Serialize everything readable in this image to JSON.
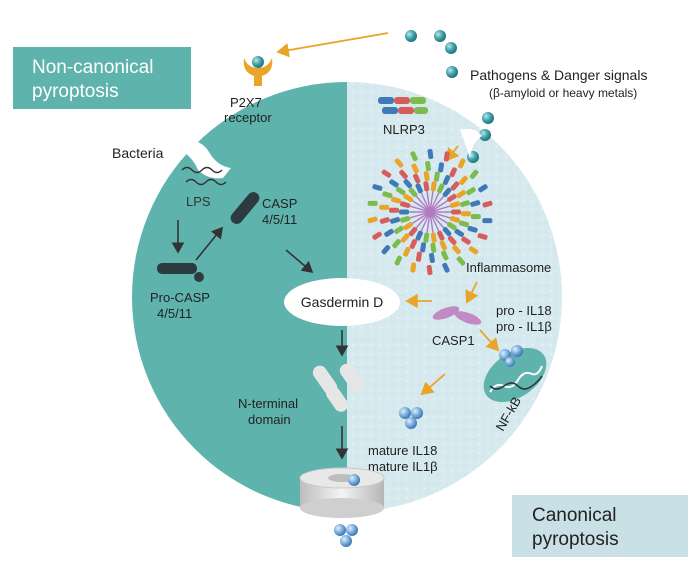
{
  "colors": {
    "teal_dark": "#5fb3ad",
    "teal_light": "#cfe6ea",
    "label_box_left": "#5fb3ad",
    "label_box_right": "#c9e0e6",
    "arrow_orange": "#e8a52a",
    "arrow_dark": "#333333",
    "sphere": "#2f9aa6"
  },
  "labels": {
    "non_canonical": [
      "Non-canonical",
      "pyroptosis"
    ],
    "canonical": [
      "Canonical",
      "pyroptosis"
    ],
    "pathogens": "Pathogens & Danger signals",
    "pathogens_sub": "(β-amyloid or heavy metals)",
    "p2x7": [
      "P2X7",
      "receptor"
    ],
    "bacteria": "Bacteria",
    "lps": "LPS",
    "nlrp3": "NLRP3",
    "casp": [
      "CASP",
      "4/5/11"
    ],
    "pro_casp": [
      "Pro-CASP",
      "4/5/11"
    ],
    "inflammasome": "Inflammasome",
    "gasdermin": "Gasdermin D",
    "casp1": "CASP1",
    "pro_il": [
      "pro - IL18",
      "pro - IL1β"
    ],
    "nfkb": "NF-kB",
    "n_terminal": [
      "N-terminal",
      "domain"
    ],
    "mature": [
      "mature IL18",
      "mature IL1β"
    ]
  }
}
